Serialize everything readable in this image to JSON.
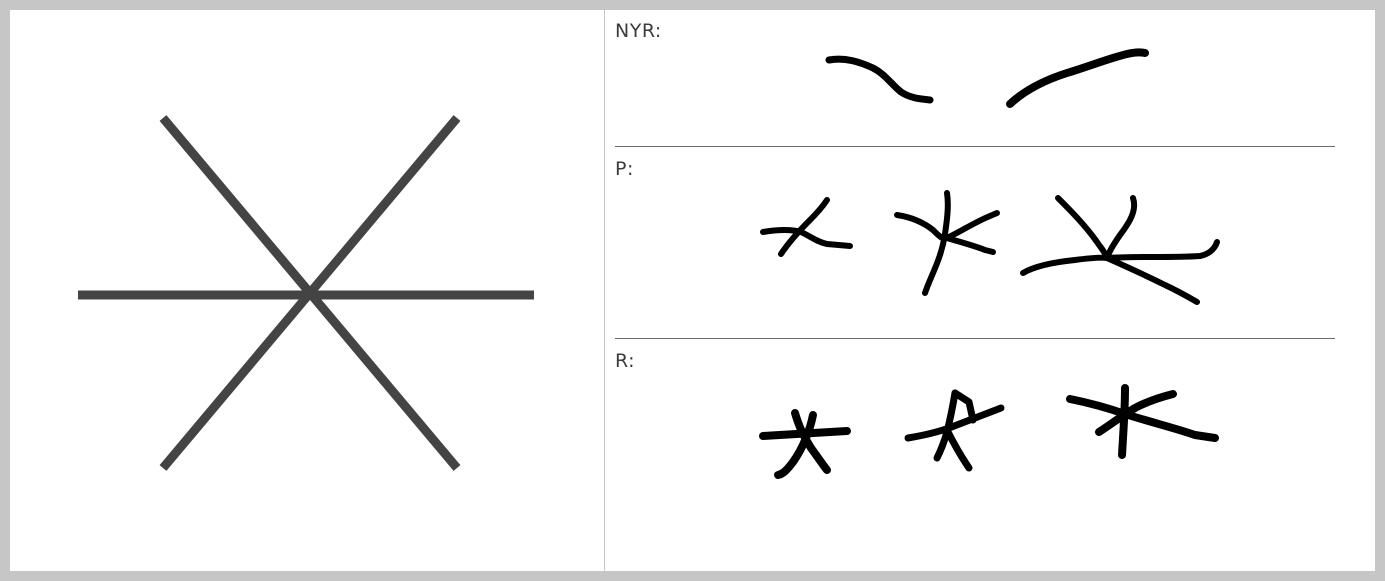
{
  "colors": {
    "frame_border": "#c6c6c6",
    "reference_symbol": "#444444",
    "handwriting": "#000000",
    "row_divider": "#6e6e6e",
    "label_text": "#3c3c3c"
  },
  "reference": {
    "icon": "six-armed-asterisk-icon"
  },
  "rows": [
    {
      "label": "NYR:"
    },
    {
      "label": "P:"
    },
    {
      "label": "R:"
    }
  ]
}
